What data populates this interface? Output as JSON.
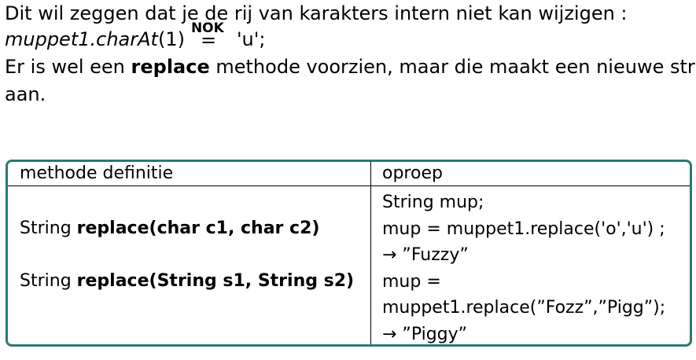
{
  "intro": {
    "line1": "Dit wil zeggen dat je de rij van karakters intern niet kan wijzigen :",
    "expr_call": "muppet1.charAt",
    "expr_arg": "(1)",
    "nok_label": "NOK",
    "nok_eq": "=",
    "expr_value": "'u';",
    "line3_before": "Er is wel een ",
    "line3_bold": "replace",
    "line3_after": " methode voorzien, maar die maakt een nieuwe string",
    "line4": "aan."
  },
  "table": {
    "header_left": "methode definitie",
    "header_right": "oproep",
    "definitions": [
      {
        "prefix": "String ",
        "bold": "replace(char c1, char c2)"
      },
      {
        "prefix": "String ",
        "bold": "replace(String s1, String s2)"
      }
    ],
    "calls": [
      "String   mup;",
      "mup = muppet1.replace('o','u') ;",
      "→ ”Fuzzy”",
      "mup =",
      "muppet1.replace(”Fozz”,”Pigg”);",
      "→ ”Piggy”"
    ]
  },
  "colors": {
    "table_border": "#2b7a6f"
  }
}
